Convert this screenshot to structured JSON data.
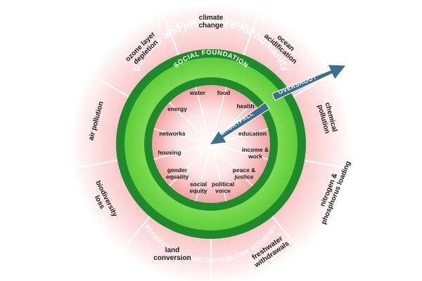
{
  "diagram": {
    "outer_ring_label": "ECOLOGICAL CEILING",
    "middle_band_label": "the safe and just space for humanity",
    "inner_ring_label": "SOCIAL FOUNDATION",
    "bottom_ring_label": "REGENERATIVE AND DISTRIBUTIVE ECONOMY",
    "overshoot_label": "OVERSHOOT",
    "shortfall_label": "SHORTFALL",
    "ecological_dimensions": [
      "climate change",
      "ocean acidification",
      "chemical pollution",
      "nitrogen & phosphorus loading",
      "freshwater withdrawals",
      "land conversion",
      "biodiversity loss",
      "air pollution",
      "ozone layer depletion"
    ],
    "social_dimensions": [
      "food",
      "health",
      "education",
      "income & work",
      "peace & justice",
      "political voice",
      "social equity",
      "gender equality",
      "housing",
      "networks",
      "energy",
      "water"
    ],
    "colors": {
      "dark_green": "#1e8a2b",
      "light_green": "#7ed957",
      "pink_glow": "#f4a6a6",
      "arrow_blue": "#3a6f8f"
    }
  }
}
